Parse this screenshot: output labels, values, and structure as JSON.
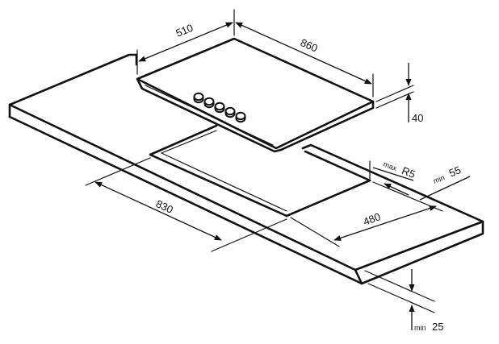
{
  "dimensions": {
    "hob_depth": "510",
    "hob_width": "860",
    "hob_height": "40",
    "cutout_width": "830",
    "cutout_depth": "480",
    "corner_radius_prefix": "max",
    "corner_radius_value": "R5",
    "edge_distance_prefix": "min",
    "edge_distance_value": "55",
    "counter_thickness_prefix": "min",
    "counter_thickness_value": "25"
  },
  "knob_count": 5
}
